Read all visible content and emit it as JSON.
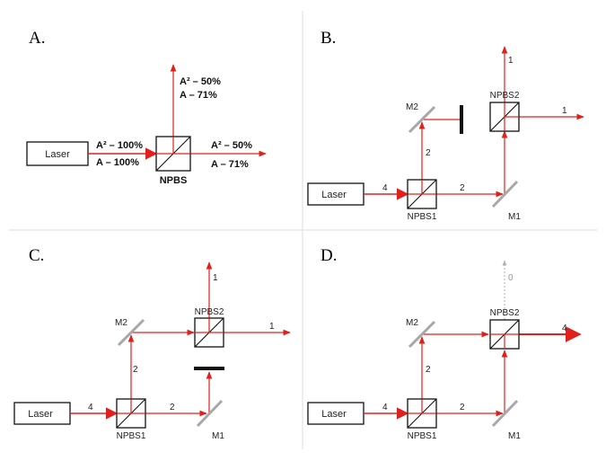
{
  "panels": {
    "a": {
      "label": "A.",
      "laser": "Laser",
      "input_a2": "A² – 100%",
      "input_a": "A – 100%",
      "up_a2": "A² – 50%",
      "up_a": "A – 71%",
      "right_a2": "A² – 50%",
      "right_a": "A – 71%",
      "splitter": "NPBS"
    },
    "b": {
      "label": "B.",
      "laser": "Laser",
      "bs1": "NPBS1",
      "bs2": "NPBS2",
      "m1": "M1",
      "m2": "M2",
      "laser_power": "4",
      "arm_right": "2",
      "arm_up": "2",
      "out_up": "1",
      "out_right": "1"
    },
    "c": {
      "label": "C.",
      "laser": "Laser",
      "bs1": "NPBS1",
      "bs2": "NPBS2",
      "m1": "M1",
      "m2": "M2",
      "laser_power": "4",
      "arm_right": "2",
      "arm_up": "2",
      "out_up": "1",
      "out_right": "1"
    },
    "d": {
      "label": "D.",
      "laser": "Laser",
      "bs1": "NPBS1",
      "bs2": "NPBS2",
      "m1": "M1",
      "m2": "M2",
      "laser_power": "4",
      "arm_right": "2",
      "arm_up": "2",
      "out_up": "0",
      "out_right": "4"
    }
  },
  "colors": {
    "beam": "#e0201c",
    "mirror": "#a8a8a8",
    "outline": "#111111",
    "divider": "#dddddd",
    "dim_beam": "#b0b0b0"
  }
}
